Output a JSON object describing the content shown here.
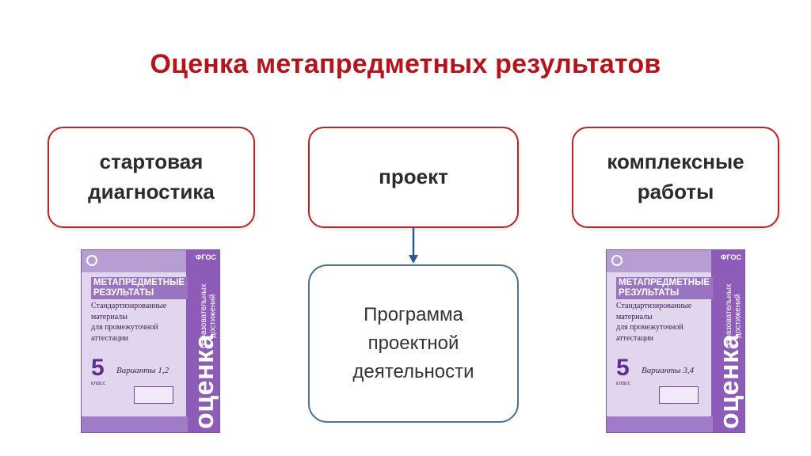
{
  "title": "Оценка метапредметных результатов",
  "boxes": {
    "left": "стартовая\nдиагностика",
    "center": "проект",
    "right": "комплексные\nработы",
    "program": "Программа\nпроектной\nдеятельности"
  },
  "colors": {
    "title": "#b5141c",
    "box_border": "#b92424",
    "program_border": "#4a7598",
    "arrow": "#2f5c83",
    "cover_purple": "#8c5cb8"
  },
  "books": [
    {
      "standard": "ФГОС",
      "heading": "МЕТАПРЕДМЕТНЫЕ\nРЕЗУЛЬТАТЫ",
      "subtitle": "Стандартизированные\nматериалы\nдля промежуточной\nаттестации",
      "grade": "5",
      "grade_label": "класс",
      "variants": "Варианты 1,2",
      "spine_big": "оценка",
      "spine_small": "образовательных\nдостижений"
    },
    {
      "standard": "ФГОС",
      "heading": "МЕТАПРЕДМЕТНЫЕ\nРЕЗУЛЬТАТЫ",
      "subtitle": "Стандартизированные\nматериалы\nдля промежуточной\nаттестации",
      "grade": "5",
      "grade_label": "класс",
      "variants": "Варианты 3,4",
      "spine_big": "оценка",
      "spine_small": "образовательных\nдостижений"
    }
  ]
}
